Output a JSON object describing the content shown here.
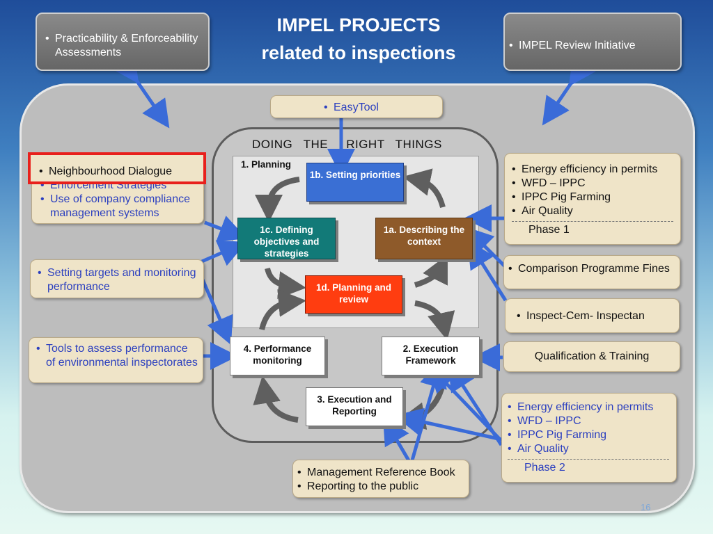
{
  "title": {
    "line1": "IMPEL PROJECTS",
    "line2": "related to inspections"
  },
  "top_left_box": {
    "items": [
      "Practicability & Enforceability Assessments"
    ]
  },
  "top_right_box": {
    "items": [
      "IMPEL  Review Initiative"
    ]
  },
  "easytool": {
    "items": [
      "EasyTool"
    ]
  },
  "doing_right_things": "DOING   THE     RIGHT   THINGS",
  "planning_label": "1. Planning",
  "nodes": {
    "n1b": "1b. Setting priorities",
    "n1c": "1c. Defining objectives and strategies",
    "n1a": "1a. Describing the context",
    "n1d": "1d. Planning and review",
    "n4": "4. Performance monitoring",
    "n2": "2. Execution Framework",
    "n3": "3. Execution and Reporting"
  },
  "left_boxes": {
    "neighbourhood": "Neighbourhood Dialogue",
    "strategies_items": [
      "Enforcement  Strategies",
      "Use of company compliance management  systems"
    ],
    "targets_items": [
      "Setting targets and monitoring performance"
    ],
    "tools_items": [
      "Tools to assess performance of environmental inspectorates"
    ]
  },
  "right_boxes": {
    "phase1_items": [
      "Energy efficiency in permits",
      "WFD – IPPC",
      "IPPC Pig Farming",
      "Air Quality"
    ],
    "phase1_label": "Phase 1",
    "comparison_items": [
      "Comparison Programme Fines"
    ],
    "inspect_items": [
      "Inspect-Cem- Inspectan"
    ],
    "qualification": "Qualification &  Training",
    "phase2_items": [
      "Energy efficiency in permits",
      "WFD – IPPC",
      "IPPC Pig Farming",
      "Air Quality"
    ],
    "phase2_label": "Phase 2"
  },
  "bottom_box": {
    "items": [
      "Management Reference Book",
      "Reporting to the public"
    ]
  },
  "page_number": "16",
  "colors": {
    "arrow_blue": "#3a6bd8",
    "arrow_gray": "#5f5f5f",
    "highlight_red": "#e8201c"
  }
}
